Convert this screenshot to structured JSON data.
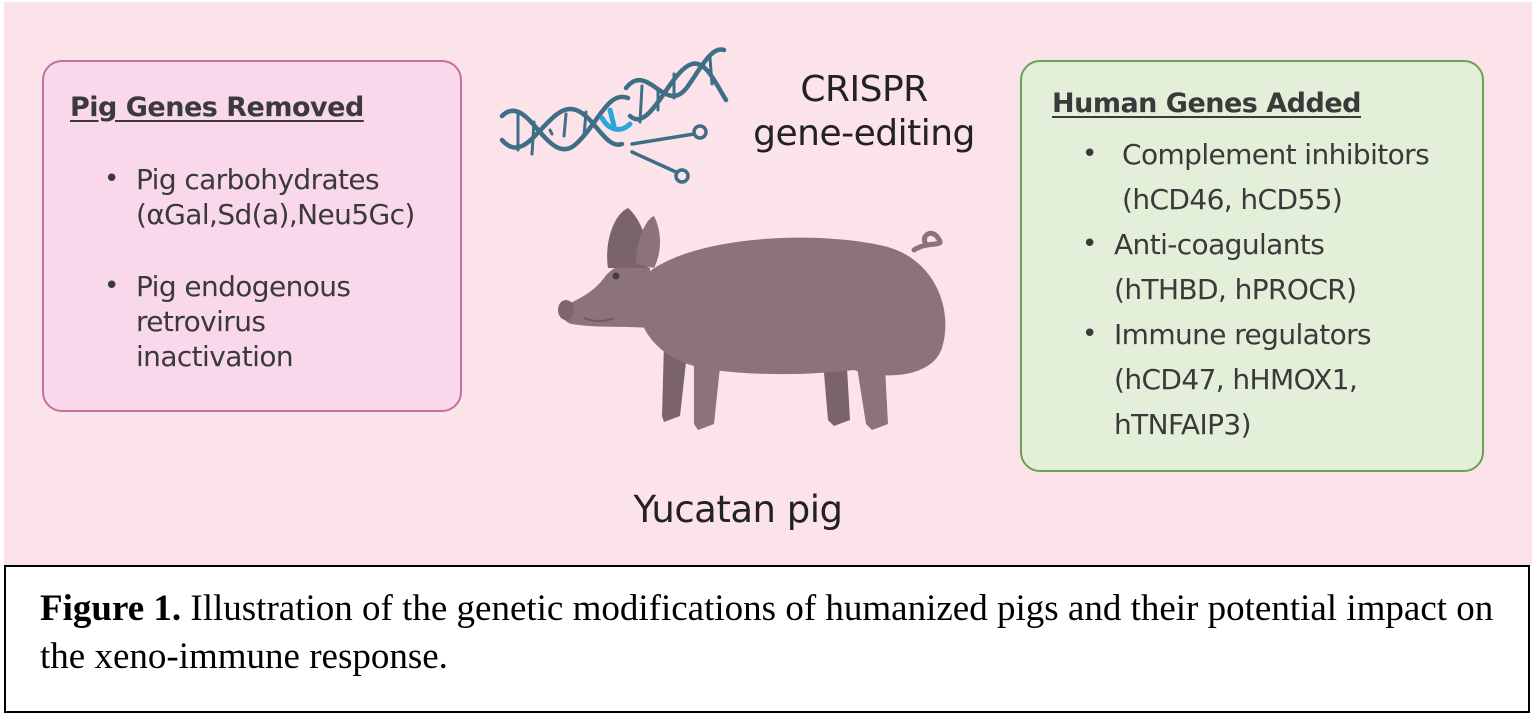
{
  "crispr": {
    "line1": "CRISPR",
    "line2": "gene-editing"
  },
  "pig_label": "Yucatan pig",
  "removed_box": {
    "heading": "Pig Genes Removed",
    "items": [
      {
        "line1": "Pig carbohydrates",
        "line2": "(αGal,Sd(a),Neu5Gc)"
      },
      {
        "line1": "Pig endogenous",
        "line2": "retrovirus",
        "line3": "inactivation"
      }
    ]
  },
  "added_box": {
    "heading": "Human Genes Added",
    "items": [
      {
        "line1": "Complement inhibitors",
        "line2": "(hCD46, hCD55)"
      },
      {
        "line1": "Anti-coagulants",
        "line2": "(hTHBD, hPROCR)"
      },
      {
        "line1": "Immune regulators",
        "line2": "(hCD47, hHMOX1,",
        "line3": "hTNFAIP3)"
      }
    ]
  },
  "caption": {
    "label": "Figure 1.",
    "text": " Illustration of the genetic modifications of humanized pigs and their potential impact on the xeno-immune response."
  },
  "colors": {
    "panel_background": "#fbe3e9",
    "removed_box_fill": "#f8d8ea",
    "removed_box_border": "#c4709c",
    "added_box_fill": "#e3efd8",
    "added_box_border": "#6aa154",
    "dna_color": "#3e6f86",
    "dna_accent": "#2aa6d8",
    "pig_color": "#8b7379"
  },
  "icons": [
    "dna-scissors-icon",
    "pig-illustration"
  ]
}
